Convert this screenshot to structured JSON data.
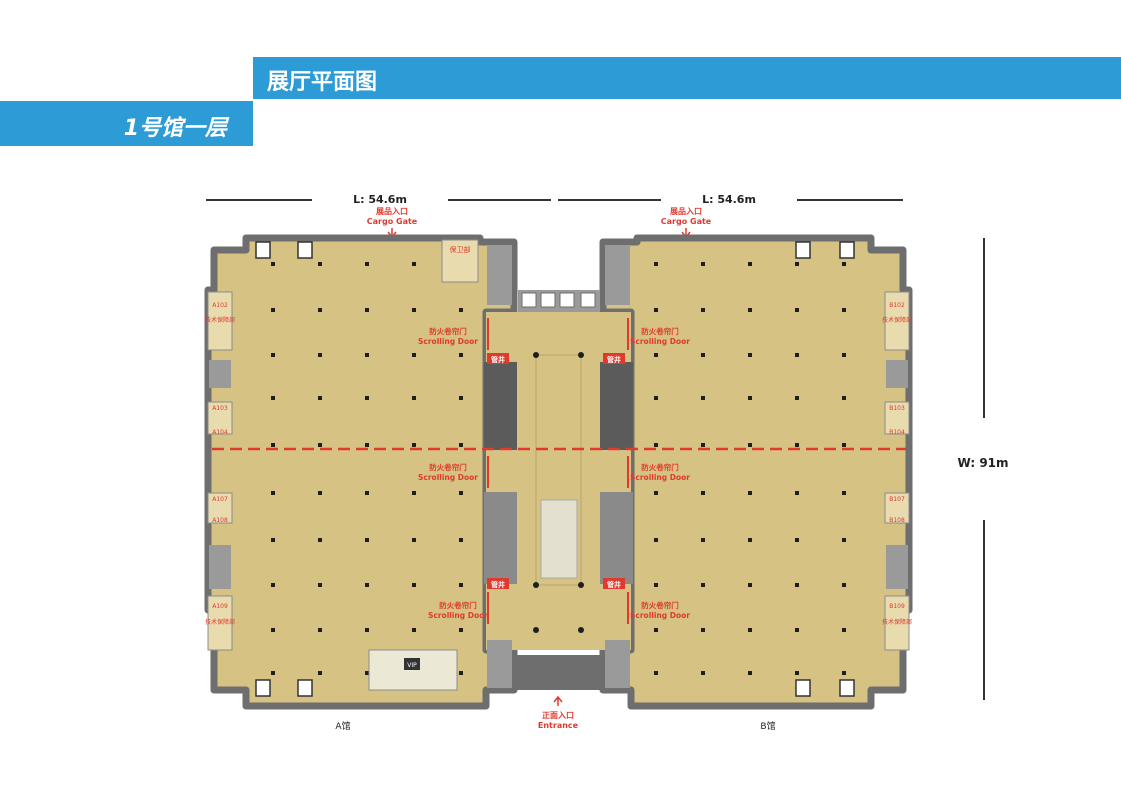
{
  "header": {
    "title": "展厅平面图",
    "subtitle": "1号馆一层"
  },
  "dimensions": {
    "length_left": "L: 54.6m",
    "length_right": "L: 54.6m",
    "width": "W: 91m"
  },
  "labels": {
    "cargo_cn": "展品入口",
    "cargo_en": "Cargo Gate",
    "entrance_cn": "正面入口",
    "entrance_en": "Entrance",
    "scrolling_cn": "防火卷帘门",
    "scrolling_en": "Scrolling Door",
    "pipe_well": "管井",
    "security": "保卫部",
    "tech_support": "技术保障部",
    "hall_a": "A馆",
    "hall_b": "B馆",
    "vip": "VIP",
    "a102": "A102",
    "a103": "A103",
    "a104": "A104",
    "a107": "A107",
    "a108": "A108",
    "a109": "A109",
    "b102": "B102",
    "b103": "B103",
    "b104": "B104",
    "b107": "B107",
    "b108": "B108",
    "b109": "B109"
  },
  "colors": {
    "banner": "#2d9bd6",
    "floor": "#d6c283",
    "wall": "#6e6e6e",
    "accent": "#e03a2f"
  }
}
